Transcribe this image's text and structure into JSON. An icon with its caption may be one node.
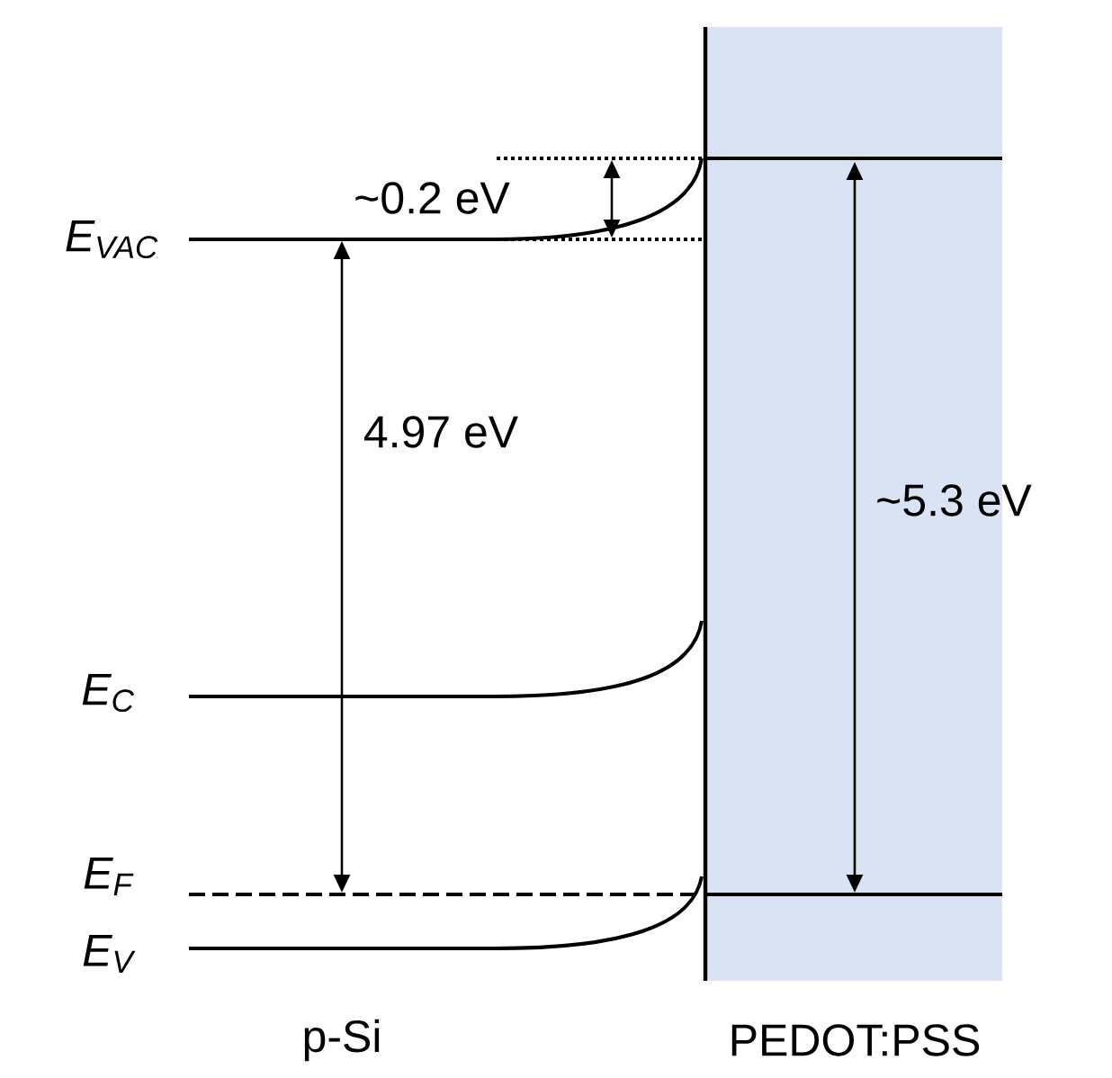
{
  "diagram": {
    "nodes": [
      {
        "text": [
          "PEDOT:PSS"
        ]
      }
    ],
    "labels": [
      "E$_{VAC}$",
      "~0.2 eV",
      "4.97 eV",
      "~5.3 eV",
      "E$_{C}$",
      "E$_{F}$",
      "E$_{V}$",
      "p-Si"
    ]
  }
}
